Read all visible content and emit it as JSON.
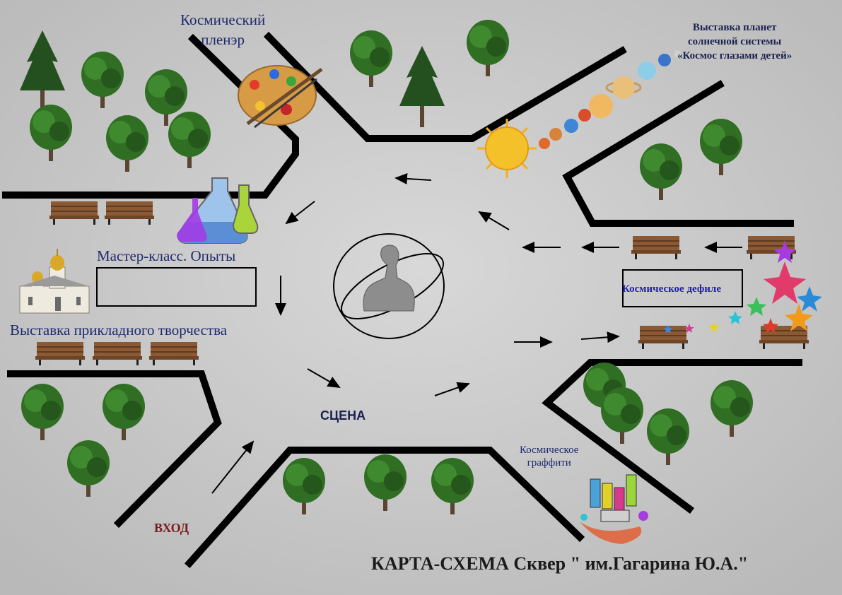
{
  "labels": {
    "plein_air": "Космический\nпленэр",
    "planets": "Выставка планет\nсолнечной системы\n«Космос глазами детей»",
    "master_class": "Мастер-класс. Опыты",
    "applied_art": "Выставка прикладного творчества",
    "defile": "Космическое дефиле",
    "stage": "СЦЕНА",
    "graffiti": "Космическое\nграффити",
    "entrance": "ВХОД",
    "title": "КАРТА-СХЕМА Сквер \" им.Гагарина Ю.А.\""
  },
  "colors": {
    "ground": "#c9c9c9",
    "path": "#000000",
    "label_blue": "#1f2a6e",
    "entrance": "#7a1a1a",
    "title": "#1b1b1b"
  },
  "icons": [
    "tree-icon",
    "bench-icon",
    "palette-icon",
    "flask-icon",
    "sun-icon",
    "planet-icon",
    "star-icon",
    "church-icon",
    "spray-can-icon",
    "bust-icon",
    "arrow-icon"
  ]
}
